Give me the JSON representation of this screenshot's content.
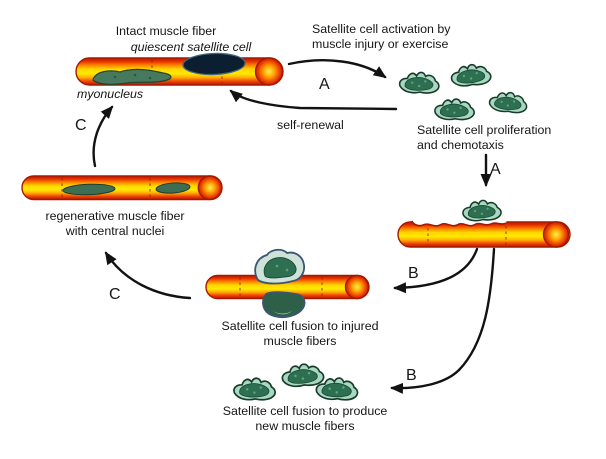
{
  "labels": {
    "intact_fiber": "Intact muscle fiber",
    "quiescent_cell": "quiescent satellite cell",
    "myonucleus": "myonucleus",
    "activation": "Satellite cell activation by\nmuscle injury or exercise",
    "self_renewal": "self-renewal",
    "proliferation": "Satellite cell proliferation\nand chemotaxis",
    "regenerative_fiber": "regenerative muscle fiber\nwith central nuclei",
    "fusion_injured": "Satellite cell fusion to injured\nmuscle fibers",
    "fusion_new": "Satellite cell fusion to produce\nnew muscle fibers"
  },
  "steps": {
    "a_activation": "A",
    "a_proliferation": "A",
    "b_fusion_injured": "B",
    "b_fusion_new": "B",
    "c_maturation": "C",
    "c_regeneration": "C"
  },
  "glyphs": {
    "muscle_fiber": "orange-red cylinder with yellow core and round end cap",
    "satellite_cell": "teal blob cell with dark speckled nucleus",
    "quiescent_satellite_cell": "dark navy ellipse embedded in fiber top",
    "myonucleus_blob": "dark green elongated blob inside fiber",
    "central_nuclei": "dark green ellipses centered in fiber",
    "fusing_satellite_cell": "teal cell wrapping around fiber middle",
    "arrow": "curved black arrow"
  },
  "colors": {
    "background": "#ffffff",
    "fiber_red": "#c62000",
    "fiber_orange": "#ff8a00",
    "fiber_yellow": "#ffe800",
    "fiber_outline": "#a81800",
    "cell_fill": "#a8d8c2",
    "cell_nucleus": "#2e6f52",
    "cell_outline": "#173c2b",
    "quiescent_cell": "#0c1f30",
    "arrow": "#121212",
    "text": "#161616"
  }
}
